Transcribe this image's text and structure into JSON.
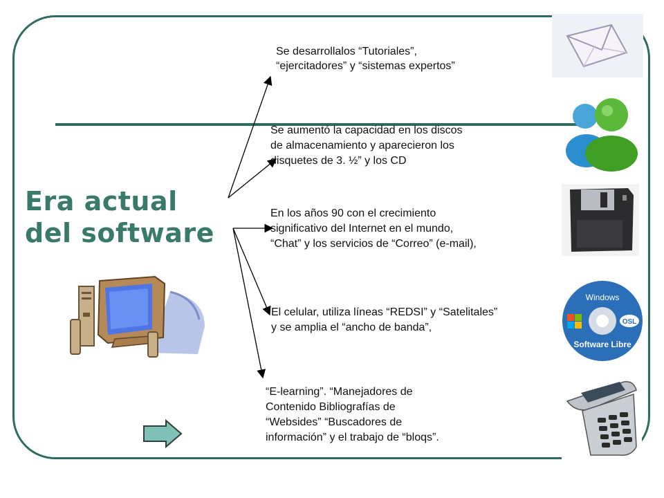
{
  "slide": {
    "title_line1": "Era actual",
    "title_line2": "del software"
  },
  "notes": [
    {
      "lines": [
        "Se desarrollalos “Tutoriales”,",
        "“ejercitadores” y “sistemas expertos”"
      ]
    },
    {
      "lines": [
        "Se aumentó la capacidad en  los discos",
        "de almacenamiento y aparecieron los",
        "disquetes de 3. ½” y los CD"
      ]
    },
    {
      "lines": [
        "En los años 90 con el crecimiento",
        "significativo del Internet en el mundo,",
        "“Chat” y los servicios de “Correo” (e-mail),"
      ]
    },
    {
      "lines": [
        "El  celular, utiliza  líneas “REDSI” y “Satelitales”",
        "y se amplia  el “ancho de banda”,"
      ]
    },
    {
      "lines": [
        "“E-learning”. “Manejadores de",
        "Contenido  Bibliografías de",
        "“Websides” “Buscadores de",
        "información” y el trabajo de “bloqs”."
      ]
    }
  ],
  "icons": {
    "cd_label_top": "Windows",
    "cd_label_bottom": "Software Libre",
    "cd_badge": "OSL"
  },
  "colors": {
    "frame": "#2f6b5f",
    "title": "#3a7a6b",
    "nav_arrow": "#7fc1b6"
  }
}
